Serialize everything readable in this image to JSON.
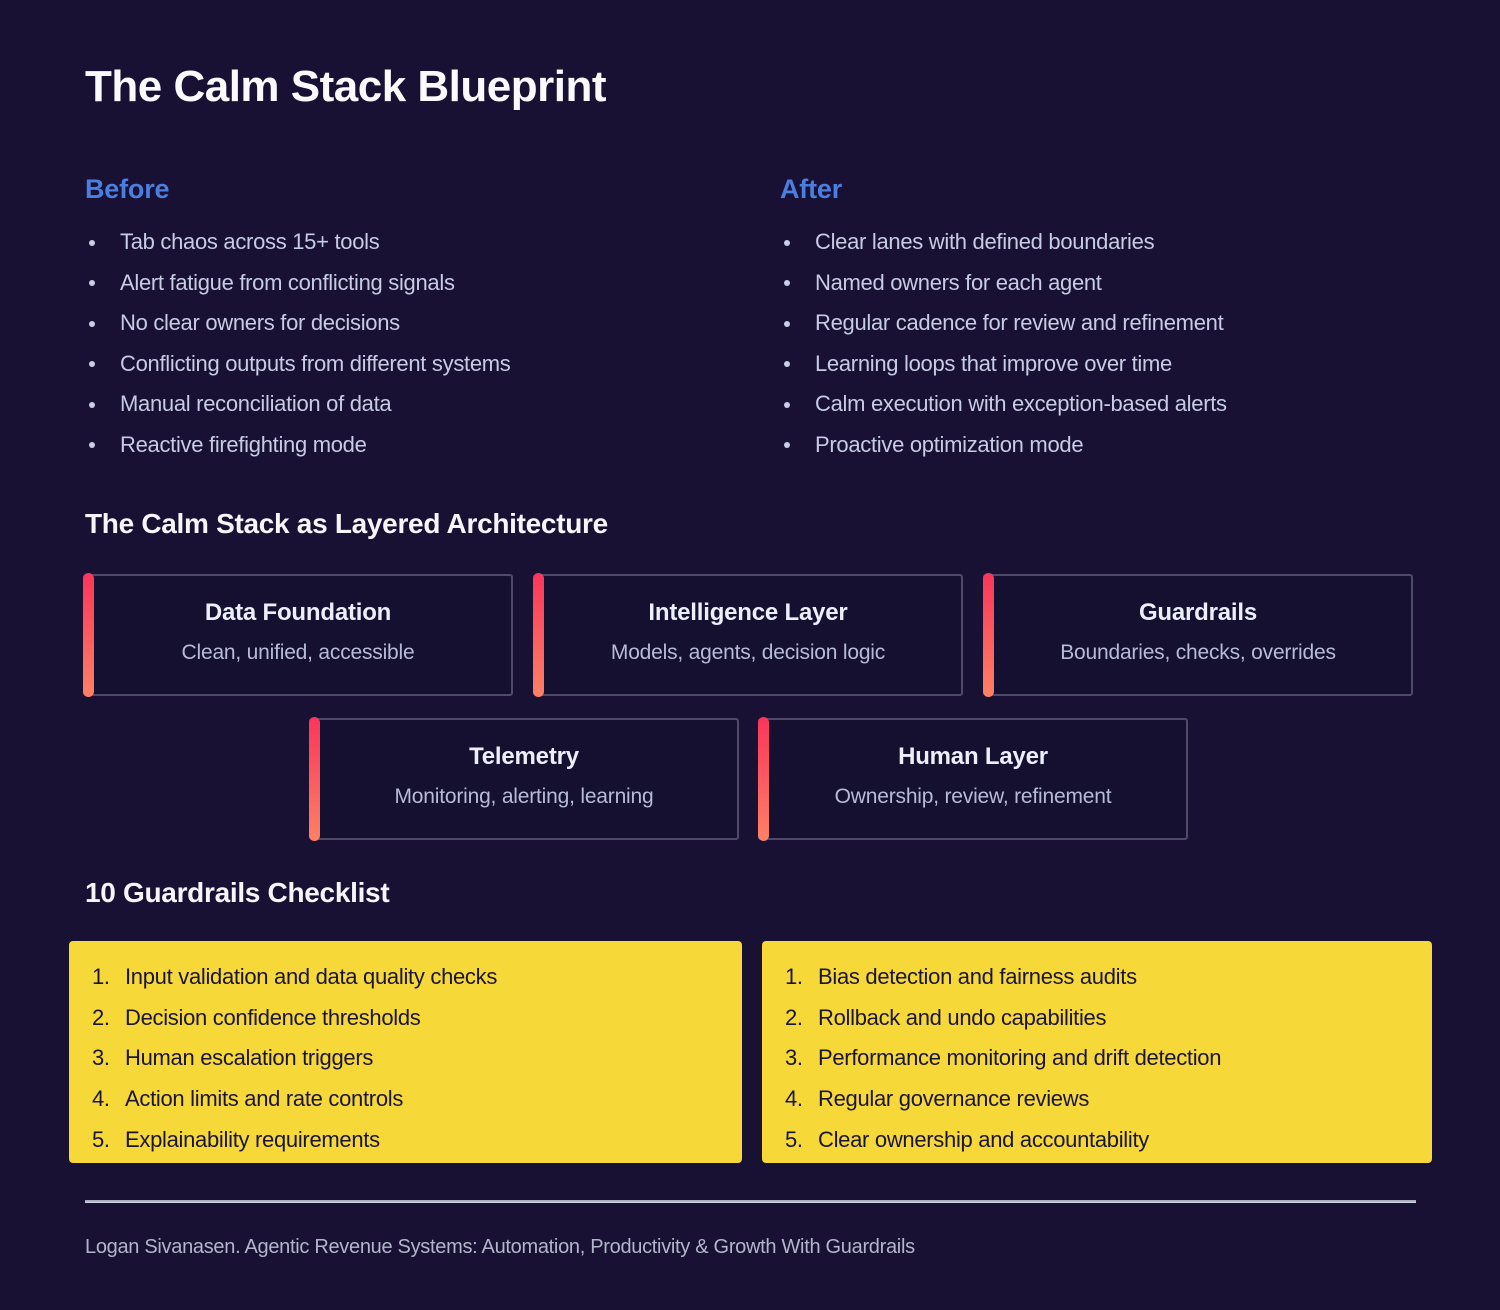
{
  "title": "The Calm Stack Blueprint",
  "columns": {
    "before": {
      "label": "Before",
      "items": [
        "Tab chaos across 15+ tools",
        "Alert fatigue from conflicting signals",
        "No clear owners for decisions",
        "Conflicting outputs from different systems",
        "Manual reconciliation of data",
        "Reactive firefighting mode"
      ]
    },
    "after": {
      "label": "After",
      "items": [
        "Clear lanes with defined boundaries",
        "Named owners for each agent",
        "Regular cadence for review and refinement",
        "Learning loops that improve over time",
        "Calm execution with exception-based alerts",
        "Proactive optimization mode"
      ]
    }
  },
  "architecture": {
    "heading": "The Calm Stack as Layered Architecture",
    "layers": [
      {
        "title": "Data Foundation",
        "subtitle": "Clean, unified, accessible"
      },
      {
        "title": "Intelligence Layer",
        "subtitle": "Models, agents, decision logic"
      },
      {
        "title": "Guardrails",
        "subtitle": "Boundaries, checks, overrides"
      },
      {
        "title": "Telemetry",
        "subtitle": "Monitoring, alerting, learning"
      },
      {
        "title": "Human Layer",
        "subtitle": "Ownership, review, refinement"
      }
    ]
  },
  "checklist": {
    "heading": "10 Guardrails Checklist",
    "left": [
      {
        "n": "1.",
        "text": "Input validation and data quality checks"
      },
      {
        "n": "2.",
        "text": "Decision confidence thresholds"
      },
      {
        "n": "3.",
        "text": "Human escalation triggers"
      },
      {
        "n": "4.",
        "text": "Action limits and rate controls"
      },
      {
        "n": "5.",
        "text": "Explainability requirements"
      }
    ],
    "right": [
      {
        "n": "1.",
        "text": "Bias detection and fairness audits"
      },
      {
        "n": "2.",
        "text": "Rollback and undo capabilities"
      },
      {
        "n": "3.",
        "text": "Performance monitoring and drift detection"
      },
      {
        "n": "4.",
        "text": "Regular governance reviews"
      },
      {
        "n": "5.",
        "text": "Clear ownership and accountability"
      }
    ]
  },
  "footer": {
    "credit": "Logan Sivanasen. Agentic Revenue Systems: Automation, Productivity & Growth With Guardrails"
  },
  "colors": {
    "background": "#181134",
    "panel_background": "#151030",
    "panel_border": "#4e4a68",
    "accent_gradient_top": "#f9355a",
    "accent_gradient_bottom": "#fd8166",
    "heading_blue": "#4a7edf",
    "checklist_yellow": "#f6d838",
    "body_text": "#c7cbe3",
    "dark_text": "#1b1535"
  }
}
